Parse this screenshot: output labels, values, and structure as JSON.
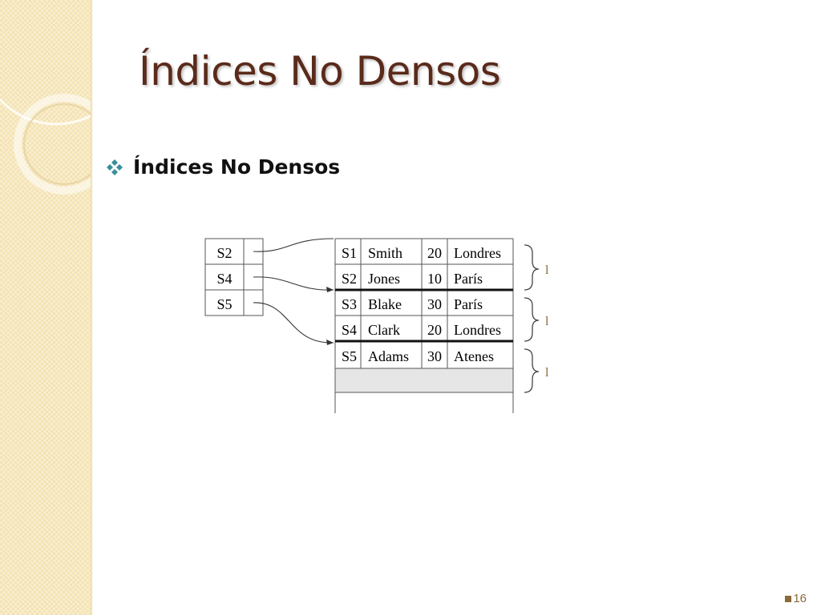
{
  "slide": {
    "title": "Índices No Densos",
    "bullet": "Índices  No Densos",
    "page_number": "16"
  },
  "diagram": {
    "index_entries": [
      "S2",
      "S4",
      "S5"
    ],
    "records": [
      {
        "id": "S1",
        "name": "Smith",
        "value": "20",
        "city": "Londres"
      },
      {
        "id": "S2",
        "name": "Jones",
        "value": "10",
        "city": "París"
      },
      {
        "id": "S3",
        "name": "Blake",
        "value": "30",
        "city": "París"
      },
      {
        "id": "S4",
        "name": "Clark",
        "value": "20",
        "city": "Londres"
      },
      {
        "id": "S5",
        "name": "Adams",
        "value": "30",
        "city": "Atenes"
      }
    ],
    "bracket_labels": [
      "l",
      "l",
      "l"
    ]
  },
  "colors": {
    "title": "#5a2a1a",
    "sidebar": "#f4e3b3",
    "bullet": "#3a8f9a",
    "empty_block": "#e6e6e6"
  }
}
